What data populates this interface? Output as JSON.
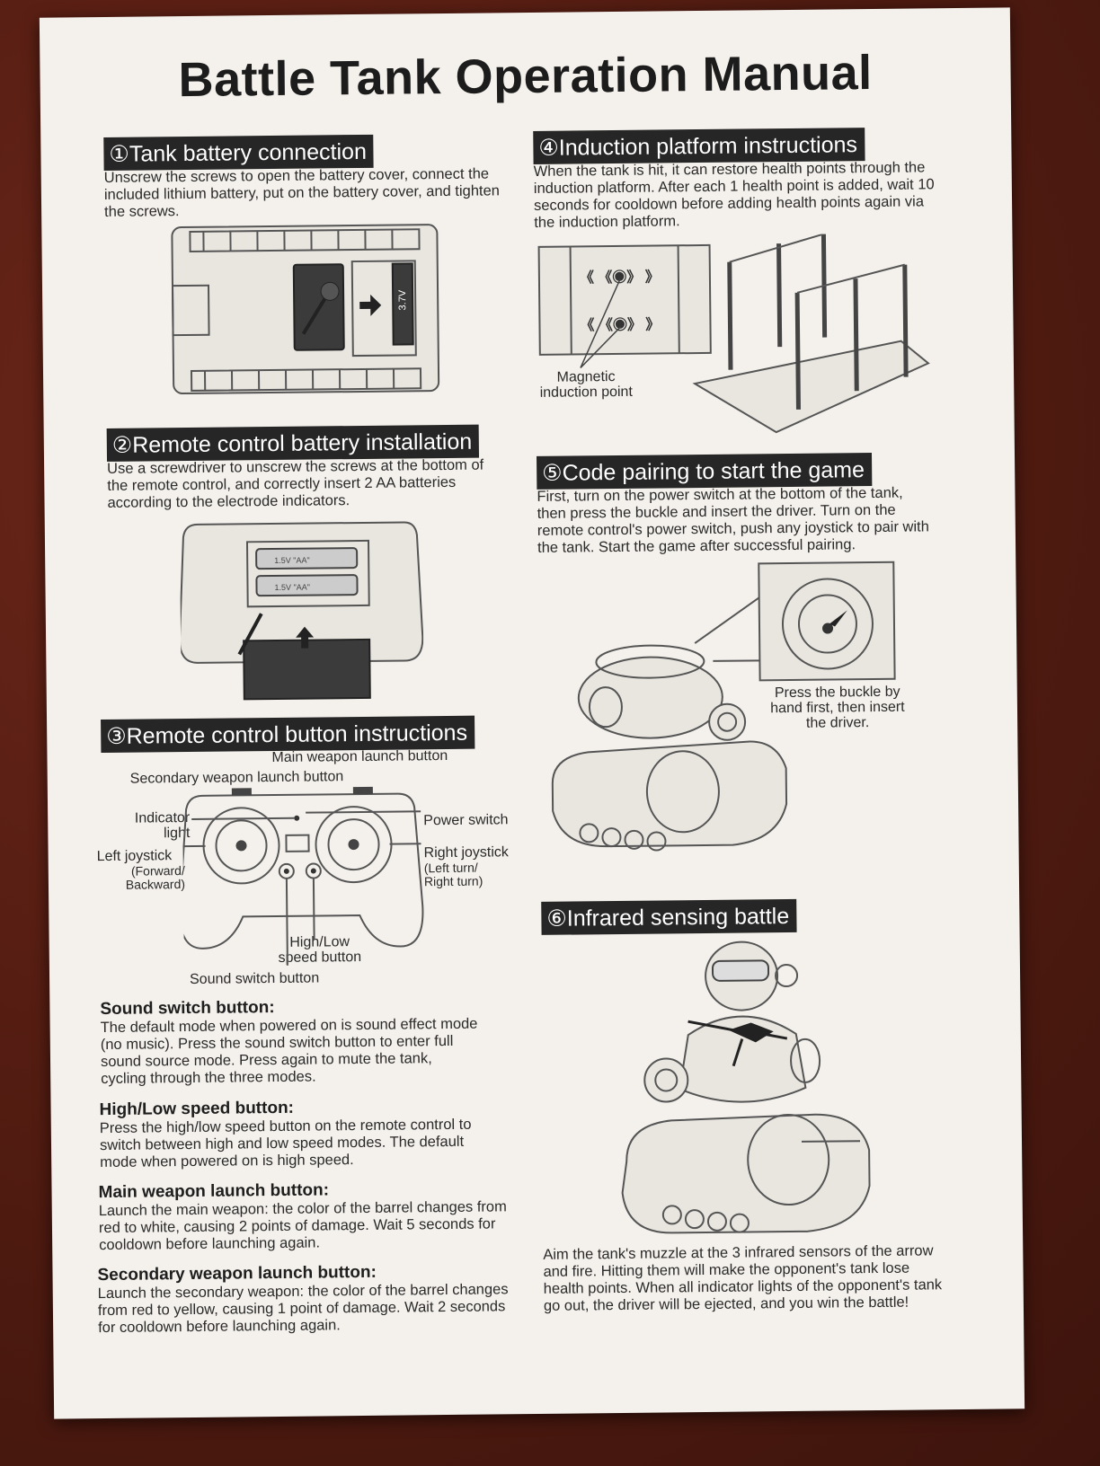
{
  "title": "Battle Tank Operation Manual",
  "sections": {
    "s1": {
      "heading": "①Tank battery connection",
      "text": "Unscrew the screws to open the battery cover, connect the included lithium battery, put on the battery cover, and tighten the screws.",
      "battery_label": "3.7V"
    },
    "s2": {
      "heading": "②Remote control battery installation",
      "text": "Use a screwdriver to unscrew the screws at the bottom of the remote control, and correctly insert 2 AA batteries according to the electrode indicators.",
      "battery_1": "1.5V \"AA\"",
      "battery_2": "1.5V \"AA\""
    },
    "s3": {
      "heading": "③Remote control button instructions",
      "labels": {
        "main_weapon": "Main weapon launch button",
        "secondary_weapon": "Secondary weapon launch button",
        "indicator": "Indicator light",
        "power": "Power switch",
        "left_joystick": "Left joystick",
        "left_joystick_note": "(Forward/ Backward)",
        "right_joystick": "Right joystick",
        "right_joystick_note": "(Left turn/ Right turn)",
        "speed": "High/Low speed button",
        "sound": "Sound switch button"
      },
      "items": [
        {
          "title": "Sound switch button:",
          "text": "The default mode when powered on is sound effect mode (no music). Press the sound switch button to enter full sound source mode. Press again to mute the tank, cycling through the three modes."
        },
        {
          "title": "High/Low speed button:",
          "text": "Press the high/low speed button on the remote control to switch between high and low speed modes. The default mode when powered on is high speed."
        },
        {
          "title": "Main weapon launch button:",
          "text": "Launch the main weapon: the color of the barrel changes from red to white, causing 2 points of damage. Wait 5 seconds for cooldown before launching again."
        },
        {
          "title": "Secondary weapon launch button:",
          "text": "Launch the secondary weapon: the color of the barrel changes from red to yellow, causing 1 point of damage. Wait 2 seconds for cooldown before launching again."
        }
      ]
    },
    "s4": {
      "heading": "④Induction platform instructions",
      "text": "When the tank is hit, it can restore health points through the induction platform. After each 1 health point is added, wait 10 seconds for cooldown before adding health points again via the induction platform.",
      "magnetic_label": "Magnetic induction point"
    },
    "s5": {
      "heading": "⑤Code pairing to start the game",
      "text": "First, turn on the power switch at the bottom of the tank, then press the buckle and insert the driver. Turn on the remote control's power switch, push any joystick to pair with the tank. Start the game after successful pairing.",
      "buckle_label": "Press the buckle by hand first, then insert the driver."
    },
    "s6": {
      "heading": "⑥Infrared sensing battle",
      "text": "Aim the tank's muzzle at the 3 infrared sensors of the arrow and fire. Hitting them will make the opponent's tank lose health points. When all indicator lights of the opponent's tank go out, the driver will be ejected, and you win the battle!"
    }
  }
}
